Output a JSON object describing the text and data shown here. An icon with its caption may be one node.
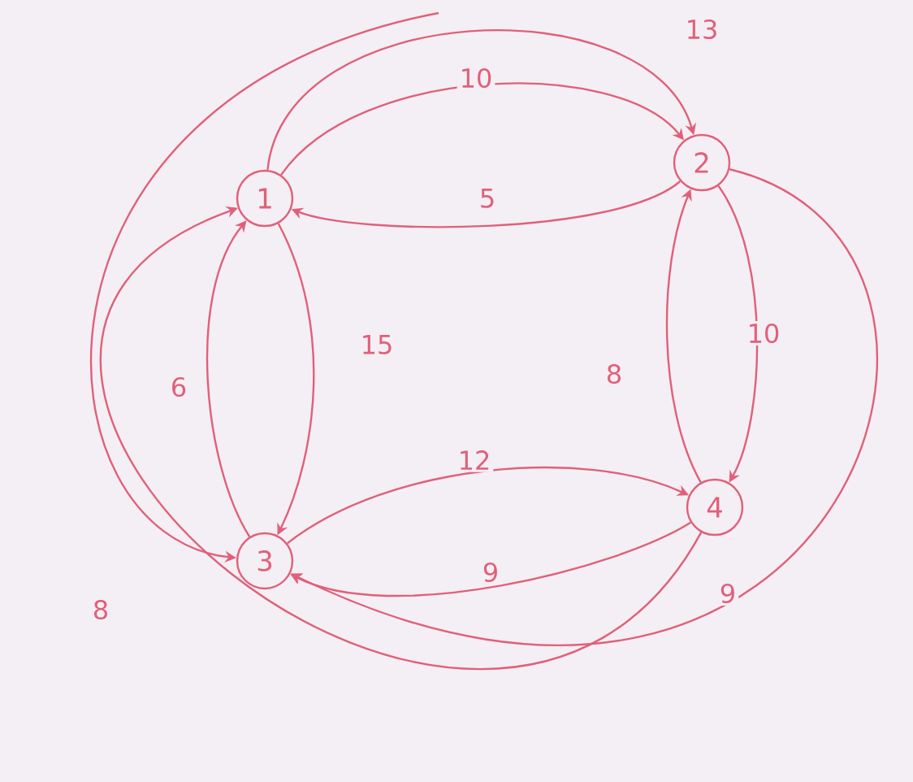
{
  "diagram": {
    "nodes": [
      {
        "text": [
          "1"
        ]
      },
      {
        "text": [
          "2"
        ]
      },
      {
        "text": [
          "3"
        ]
      },
      {
        "text": [
          "4"
        ]
      }
    ],
    "edges": [
      {
        "from": 0,
        "to": 1,
        "arrow": "to",
        "label": "10"
      },
      {
        "from": 1,
        "to": 0,
        "arrow": "to",
        "label": "5"
      },
      {
        "from": 0,
        "to": 1,
        "arrow": "to",
        "label": "13"
      },
      {
        "from": 0,
        "to": 2,
        "arrow": "to",
        "label": "15"
      },
      {
        "from": 2,
        "to": 0,
        "arrow": "to",
        "label": "6"
      },
      {
        "from": 1,
        "to": 3,
        "arrow": "to",
        "label": "10"
      },
      {
        "from": 3,
        "to": 1,
        "arrow": "to",
        "label": "8"
      },
      {
        "from": 2,
        "to": 3,
        "arrow": "to",
        "label": "12"
      },
      {
        "from": 3,
        "to": 2,
        "arrow": "to",
        "label": "9"
      },
      {
        "from": 1,
        "to": 2,
        "arrow": "to",
        "label": "9"
      },
      {
        "from": 3,
        "to": 0,
        "arrow": "to",
        "label": "8"
      },
      {
        "from": null,
        "to": 2,
        "arrow": "to"
      }
    ]
  }
}
